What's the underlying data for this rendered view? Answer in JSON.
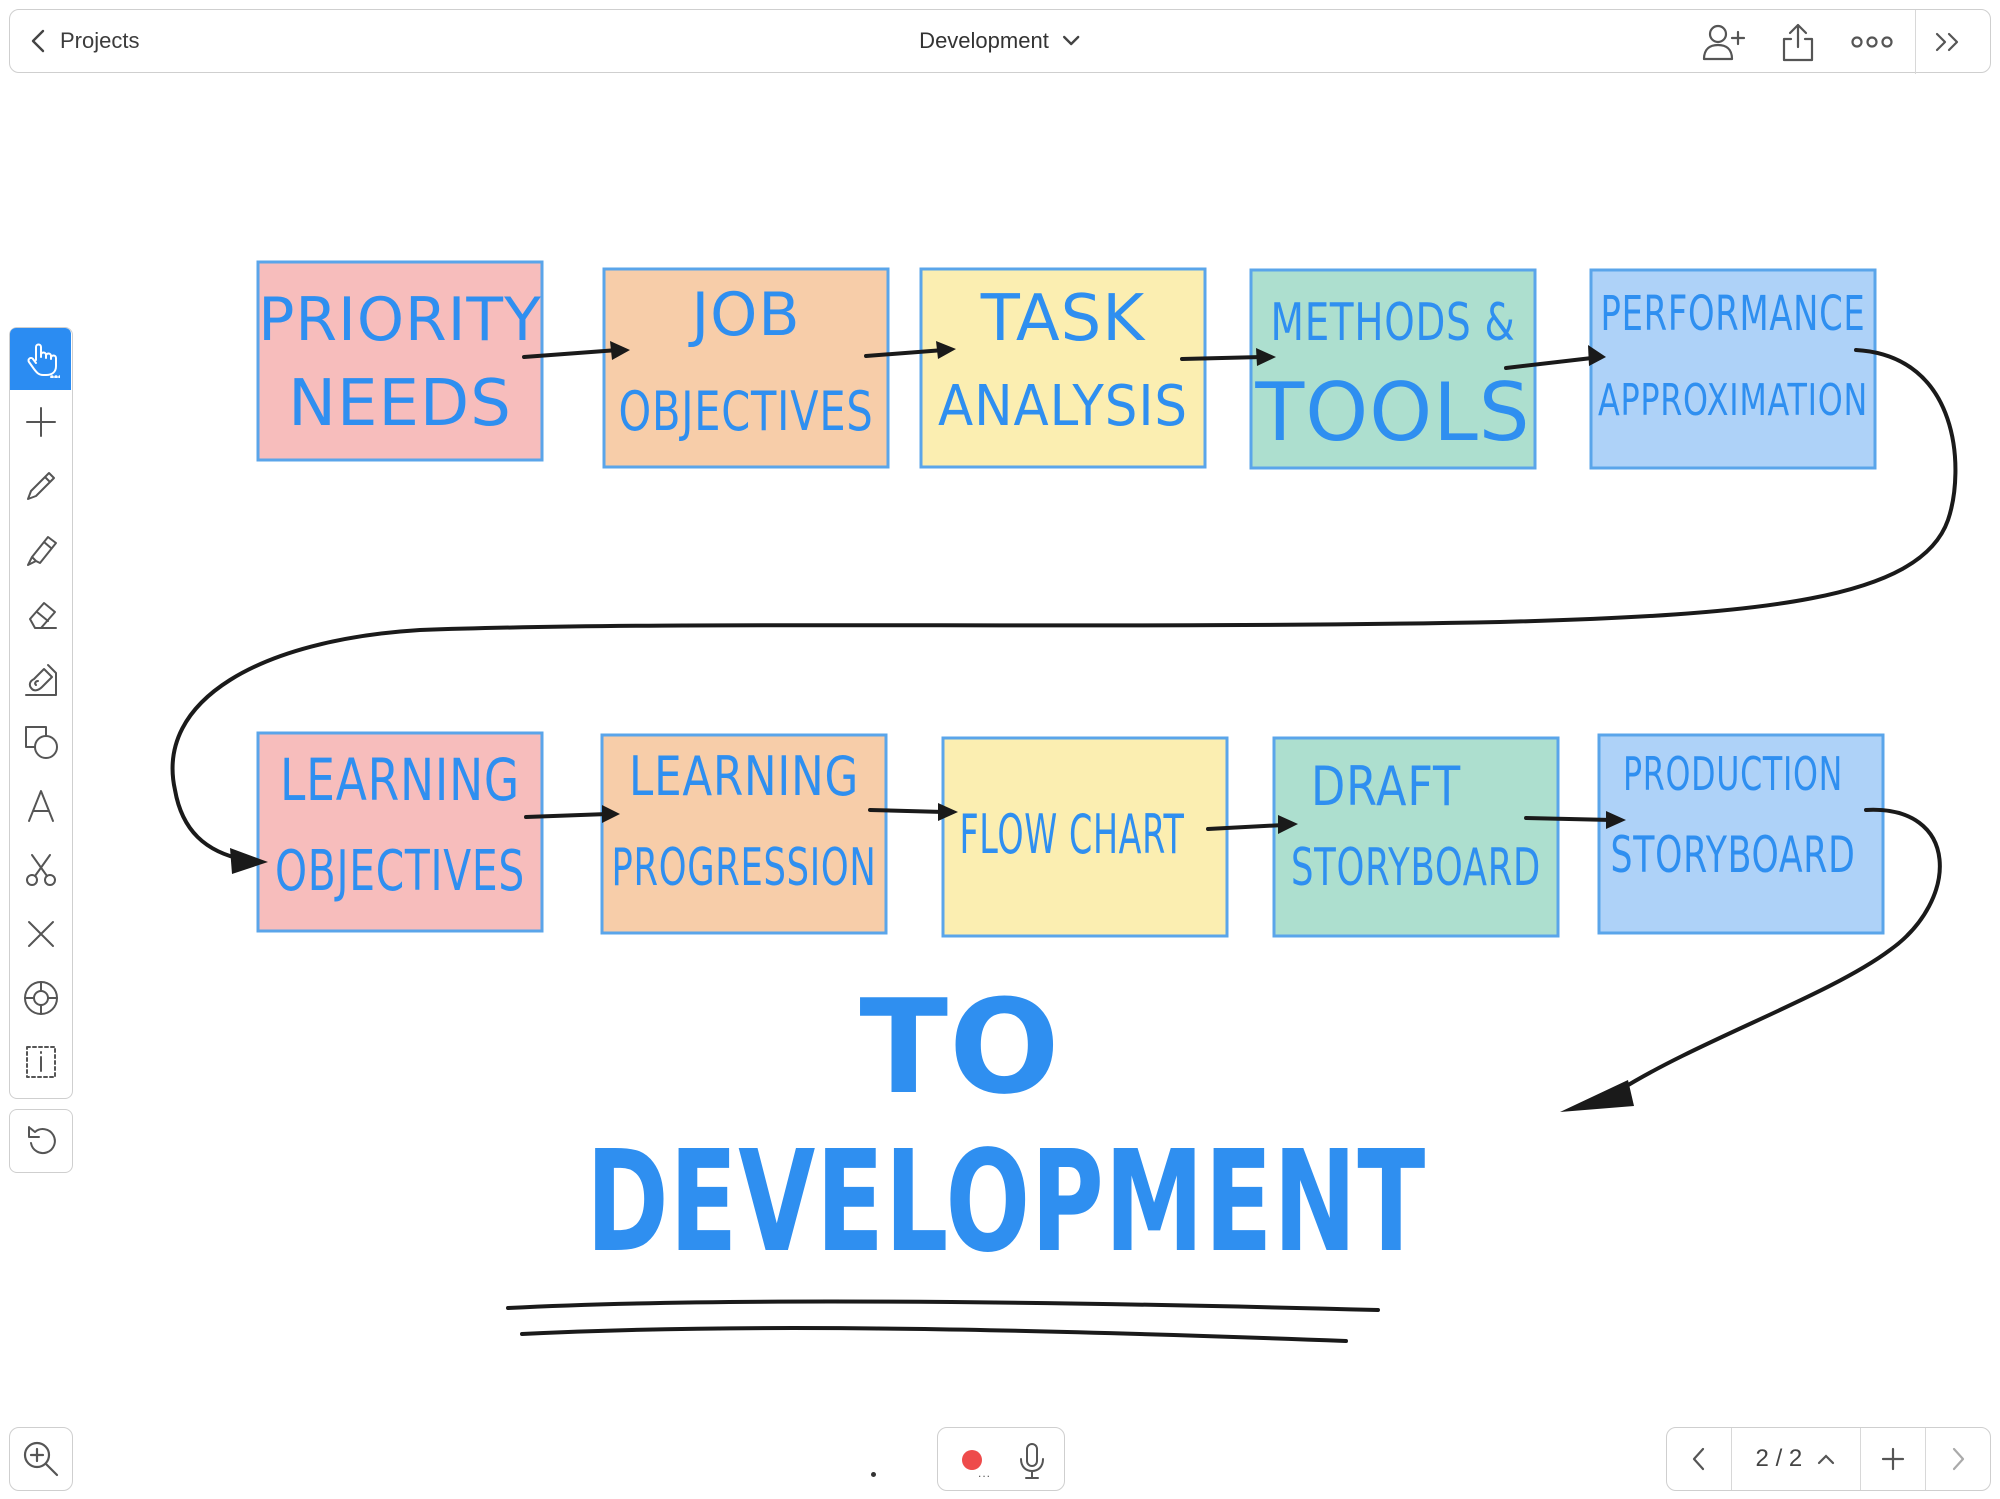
{
  "topbar": {
    "back_label": "Projects",
    "title": "Development",
    "icons": [
      "chevron-left-icon",
      "chevron-down-icon",
      "add-user-icon",
      "share-icon",
      "more-icon",
      "collapse-panel-icon"
    ]
  },
  "toolbar": {
    "tools": [
      "hand-select",
      "add",
      "pencil",
      "highlighter",
      "eraser",
      "fill",
      "shapes",
      "text",
      "scissors",
      "delete",
      "laser-pointer",
      "text-frame"
    ],
    "active_tool": "hand-select",
    "active_color": "#2b8cf2"
  },
  "board": {
    "row1": [
      {
        "lines": [
          "PRIORITY",
          "NEEDS"
        ],
        "color": "#f7bdbc"
      },
      {
        "lines": [
          "JOB",
          "OBJECTIVES"
        ],
        "color": "#f7cda9"
      },
      {
        "lines": [
          "TASK",
          "ANALYSIS"
        ],
        "color": "#fbeeb1"
      },
      {
        "lines": [
          "METHODS &",
          "TOOLS"
        ],
        "color": "#addfcf"
      },
      {
        "lines": [
          "PERFORMANCE",
          "APPROXIMATION"
        ],
        "color": "#aed2f8"
      }
    ],
    "row2": [
      {
        "lines": [
          "LEARNING",
          "OBJECTIVES"
        ],
        "color": "#f7bdbc"
      },
      {
        "lines": [
          "LEARNING",
          "PROGRESSION"
        ],
        "color": "#f7cda9"
      },
      {
        "lines": [
          "FLOW CHART"
        ],
        "color": "#fbeeb1"
      },
      {
        "lines": [
          "DRAFT",
          "STORYBOARD"
        ],
        "color": "#addfcf"
      },
      {
        "lines": [
          "PRODUCTION",
          "STORYBOARD"
        ],
        "color": "#aed2f8"
      }
    ],
    "heading_line1": "TO",
    "heading_line2": "DEVELOPMENT",
    "ink_color": "#2f8ff0"
  },
  "recorder": {
    "more": "..."
  },
  "pager": {
    "page_indicator": "2 / 2"
  }
}
